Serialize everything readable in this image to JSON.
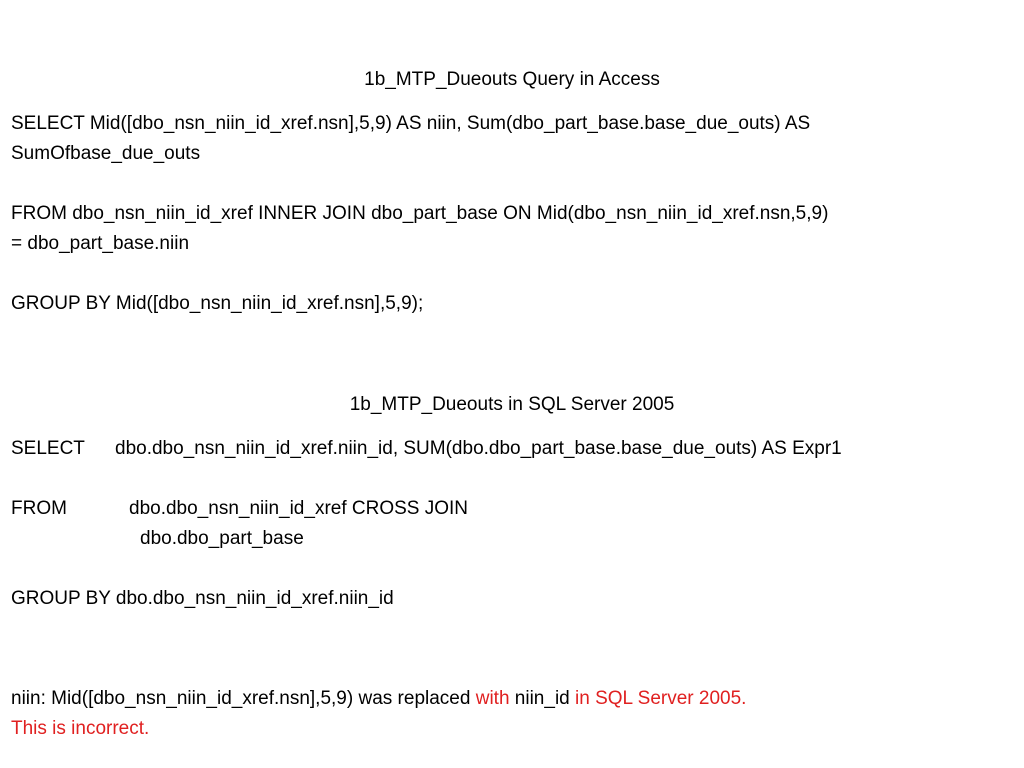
{
  "colors": {
    "text": "#000000",
    "highlight": "#e02020",
    "background": "#ffffff"
  },
  "access": {
    "title": "1b_MTP_Dueouts Query in Access",
    "select_line1": "SELECT Mid([dbo_nsn_niin_id_xref.nsn],5,9) AS niin, Sum(dbo_part_base.base_due_outs) AS",
    "select_line2": "SumOfbase_due_outs",
    "from_line1": "FROM dbo_nsn_niin_id_xref INNER JOIN dbo_part_base ON Mid(dbo_nsn_niin_id_xref.nsn,5,9)",
    "from_line2": "= dbo_part_base.niin",
    "group_by": "GROUP BY Mid([dbo_nsn_niin_id_xref.nsn],5,9);"
  },
  "sqlserver": {
    "title": "1b_MTP_Dueouts in SQL Server 2005",
    "select_kw": "SELECT",
    "select_rest": "dbo.dbo_nsn_niin_id_xref.niin_id, SUM(dbo.dbo_part_base.base_due_outs) AS Expr1",
    "from_kw": "FROM",
    "from_rest": "dbo.dbo_nsn_niin_id_xref CROSS JOIN",
    "from_line2": "dbo.dbo_part_base",
    "group_by": "GROUP BY dbo.dbo_nsn_niin_id_xref.niin_id"
  },
  "note": {
    "part1": "niin: Mid([dbo_nsn_niin_id_xref.nsn],5,9) was replaced ",
    "part2": "with",
    "part3": " niin_id ",
    "part4": "in SQL Server 2005.",
    "line2": "This is incorrect."
  }
}
